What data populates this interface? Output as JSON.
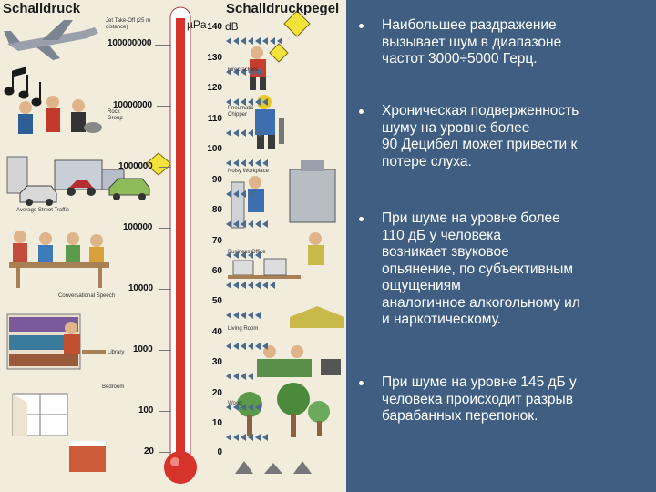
{
  "scale": {
    "left_header": "Schalldruck",
    "right_header": "Schalldruckpegel",
    "pressure_unit": "µPa",
    "level_unit": "dB",
    "pressure_labels": [
      "100000000",
      "10000000",
      "1000000",
      "100000",
      "10000",
      "1000",
      "100",
      "20"
    ],
    "level_labels": [
      "140",
      "130",
      "120",
      "110",
      "100",
      "90",
      "80",
      "70",
      "60",
      "50",
      "40",
      "30",
      "20",
      "10",
      "0"
    ],
    "captions": [
      "Jet Take-Off (25 m distance)",
      "Firecrackers",
      "Pneumatic Chipper",
      "Rock Group",
      "Noisy Workplace",
      "Average Street Traffic",
      "Business Office",
      "Conversational Speech",
      "Living Room",
      "Library",
      "Bedroom",
      "Wood"
    ]
  },
  "bullets": [
    "Наибольшее раздражение\nвызывает шум в диапазоне\nчастот 3000÷5000 Герц.",
    "Хроническая подверженность\nшуму на уровне более\n90 Децибел может привести к\nпотере слуха.",
    "При шуме на уровне более\n110 дБ у человека\nвозникает звуковое\nопьянение, по субъективным\nощущениям\nаналогичное алкогольному ил\nи наркотическому.",
    "При шуме на уровне 145 дБ у\nчеловека происходит разрыв\nбарабанных перепонок."
  ],
  "colors": {
    "panel_blue": "#3f5e82",
    "thermo_red": "#d8332b",
    "arrow_blue": "#4a6a90",
    "sign_yellow": "#f2e23a"
  }
}
